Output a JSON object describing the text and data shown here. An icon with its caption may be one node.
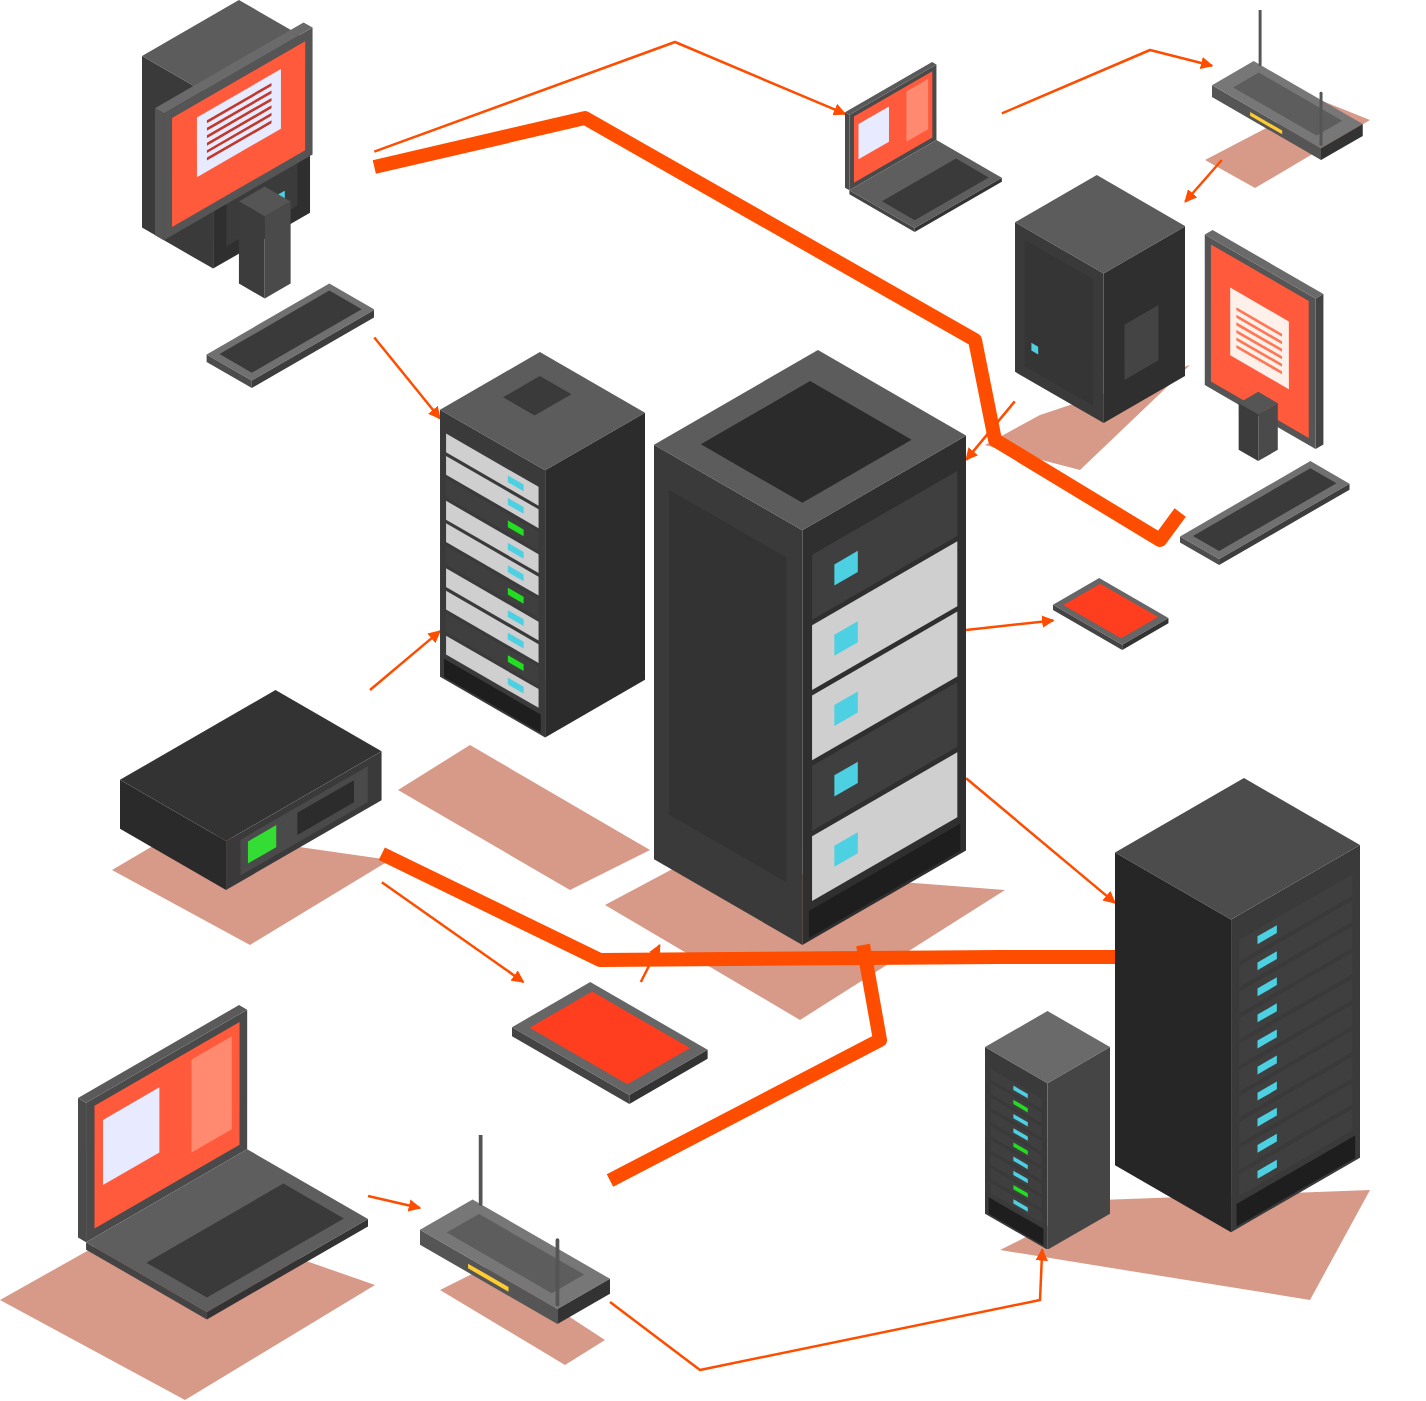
{
  "diagram": {
    "nodes": [
      {
        "text": [],
        "shape": "picture"
      },
      {
        "text": [],
        "shape": "picture"
      },
      {
        "text": [],
        "shape": "picture"
      },
      {
        "text": [],
        "shape": "picture"
      },
      {
        "text": [],
        "shape": "picture"
      },
      {
        "text": [],
        "shape": "picture"
      },
      {
        "text": [],
        "shape": "picture"
      },
      {
        "text": [],
        "shape": "picture"
      },
      {
        "text": [],
        "shape": "picture"
      },
      {
        "text": [],
        "shape": "picture"
      },
      {
        "text": [],
        "shape": "picture"
      },
      {
        "text": [],
        "shape": "picture"
      },
      {
        "text": [],
        "shape": "picture"
      },
      {
        "text": [],
        "shape": "picture"
      }
    ],
    "edges": [
      {
        "from": 0,
        "to": 1,
        "arrow": "to"
      },
      {
        "from": 1,
        "to": 2,
        "arrow": "to"
      },
      {
        "from": 2,
        "to": 3,
        "arrow": "to"
      },
      {
        "from": 0,
        "to": 5,
        "arrow": "to"
      },
      {
        "from": 3,
        "to": 6,
        "arrow": "to"
      },
      {
        "from": 6,
        "to": 7,
        "arrow": "to"
      },
      {
        "from": 8,
        "to": 5,
        "arrow": "to"
      },
      {
        "from": 8,
        "to": 9,
        "arrow": "to"
      },
      {
        "from": 9,
        "to": 6,
        "arrow": "to"
      },
      {
        "from": 10,
        "to": 11,
        "arrow": "to"
      },
      {
        "from": 11,
        "to": 12,
        "arrow": "to"
      },
      {
        "from": 6,
        "to": 13,
        "arrow": "to"
      },
      {
        "from": 0,
        "to": 4,
        "arrow": "none",
        "style": "thick"
      },
      {
        "from": 8,
        "to": 13,
        "arrow": "none",
        "style": "thick"
      },
      {
        "from": 11,
        "to": 6,
        "arrow": "none",
        "style": "thick"
      }
    ]
  }
}
